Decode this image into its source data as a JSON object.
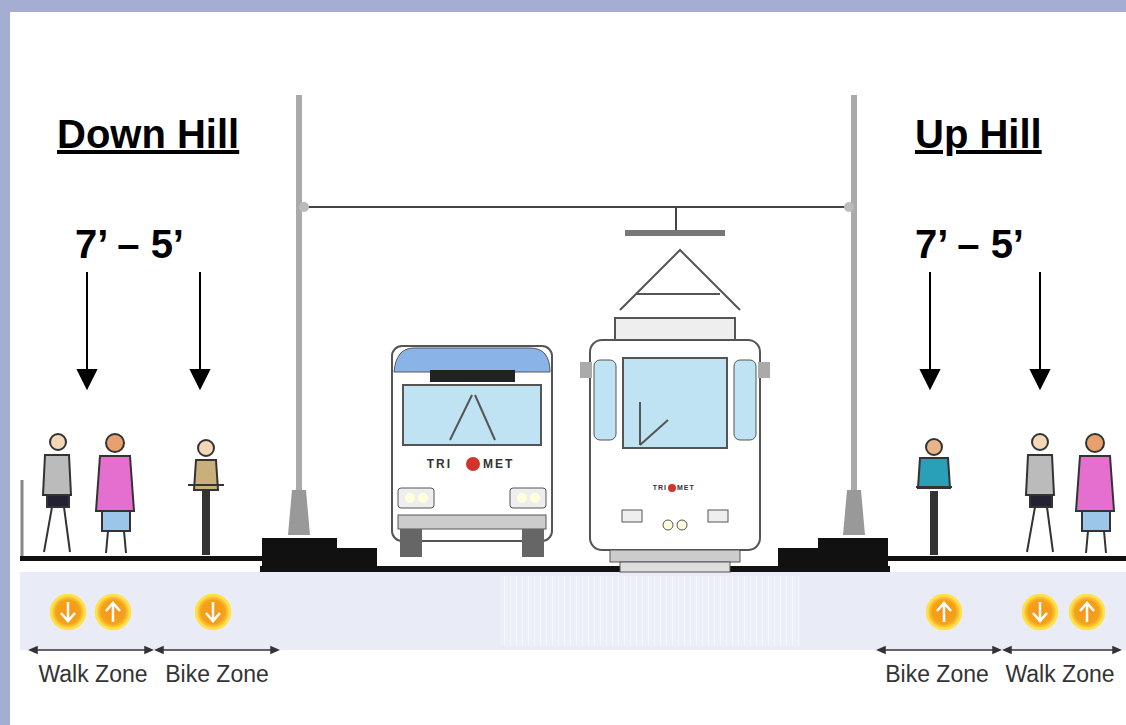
{
  "diagram": {
    "labels": [
      "Down Hill",
      "Up Hill",
      "7’ – 5’",
      "7’ – 5’",
      "TRI",
      "MET",
      "TRI",
      "MET",
      "Walk Zone",
      "Bike Zone",
      "Bike Zone",
      "Walk Zone"
    ]
  }
}
